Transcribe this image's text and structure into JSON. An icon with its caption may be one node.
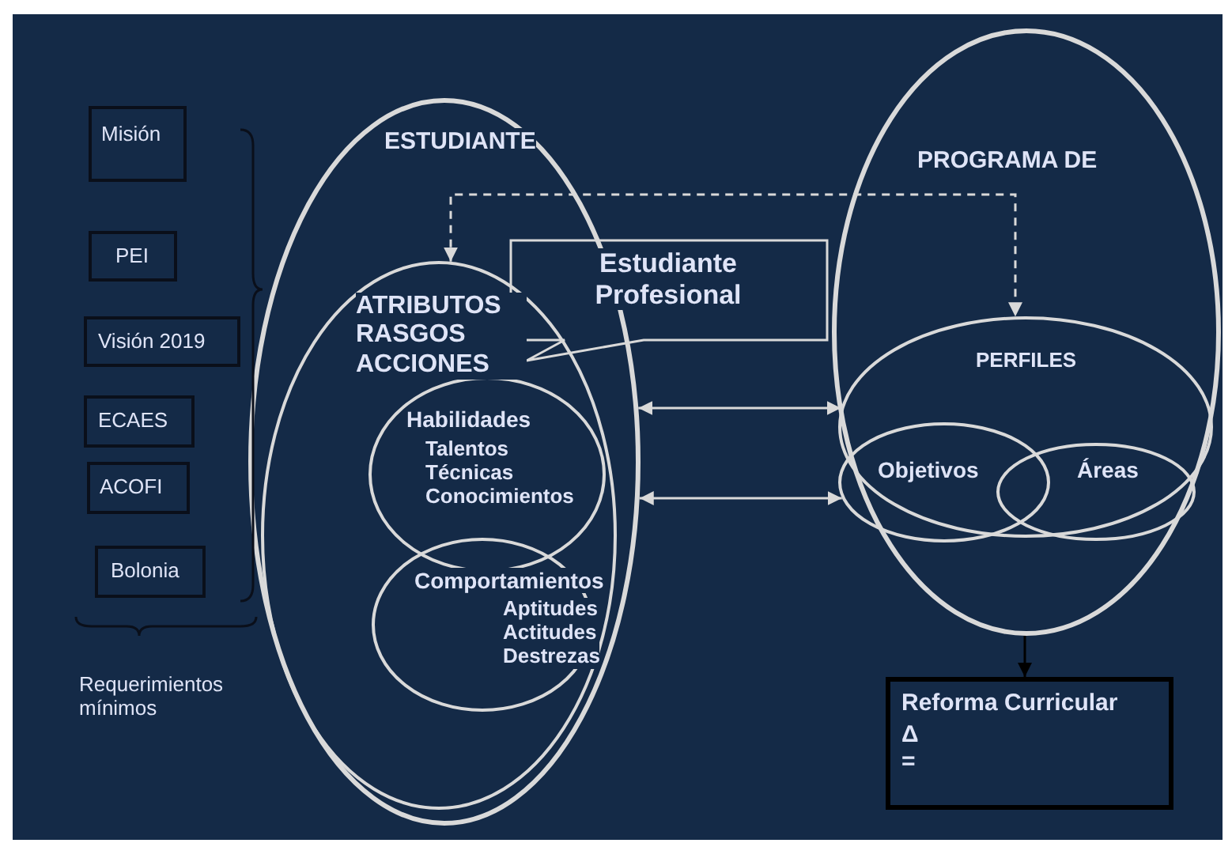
{
  "diagram": {
    "nodes": [
      {
        "text": [
          "Misión"
        ]
      },
      {
        "text": [
          "PEI"
        ]
      },
      {
        "text": [
          "Visión 2019"
        ]
      },
      {
        "text": [
          "ECAES"
        ]
      },
      {
        "text": [
          "ACOFI"
        ]
      },
      {
        "text": [
          "Bolonia"
        ]
      },
      {
        "text": [
          "ESTUDIANTE"
        ]
      },
      {
        "text": [
          "ATRIBUTOS RASGOS ACCIONES"
        ],
        "in": 6
      },
      {
        "text": [
          "Habilidades",
          "Talentos Técnicas Conocimientos"
        ],
        "in": 7
      },
      {
        "text": [
          "Comportamientos",
          "Aptitudes Actitudes Destrezas"
        ],
        "in": 7
      },
      {
        "text": [
          "Estudiante Profesional"
        ]
      },
      {
        "text": [
          "PROGRAMA DE"
        ]
      },
      {
        "text": [
          "PERFILES"
        ],
        "in": 11
      },
      {
        "text": [
          "Objetivos"
        ],
        "in": 12
      },
      {
        "text": [
          "Áreas"
        ],
        "in": 12
      },
      {
        "text": [
          "Reforma Curricular",
          "Δ",
          "="
        ]
      }
    ],
    "edges": [
      {
        "from": 7,
        "to": 12,
        "arrow": "both",
        "style": "dashed"
      },
      {
        "from": 6,
        "to": 12,
        "arrow": "both"
      },
      {
        "from": 6,
        "to": 13,
        "arrow": "both"
      },
      {
        "from": 11,
        "to": 15,
        "arrow": "to",
        "color": "#000000"
      }
    ],
    "labels": [
      "Requerimientos mínimos"
    ]
  }
}
